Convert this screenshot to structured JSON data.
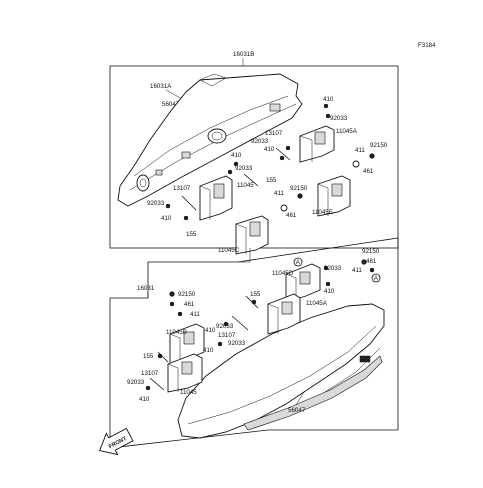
{
  "figure_code": "F3184",
  "labels": {
    "top_group": "16031B",
    "top_cover": "16031A",
    "top_pad": "56047A",
    "bottom_group": "16031",
    "bottom_pad": "56047",
    "front": "FRONT",
    "callout_a": "A"
  },
  "top_part_labels": [
    "410",
    "92033",
    "13107",
    "11045A",
    "92033",
    "410",
    "410",
    "92033",
    "155",
    "11045",
    "13107",
    "92033",
    "410",
    "155",
    "411",
    "461",
    "92150",
    "11045E",
    "11045C",
    "411",
    "92150",
    "461"
  ],
  "bottom_part_labels": [
    "92150",
    "461",
    "411",
    "11045D",
    "92033",
    "410",
    "155",
    "11045A",
    "92150",
    "461",
    "411",
    "11045B",
    "410",
    "92033",
    "13107",
    "92033",
    "410",
    "155",
    "92033",
    "13107",
    "410",
    "11045"
  ]
}
